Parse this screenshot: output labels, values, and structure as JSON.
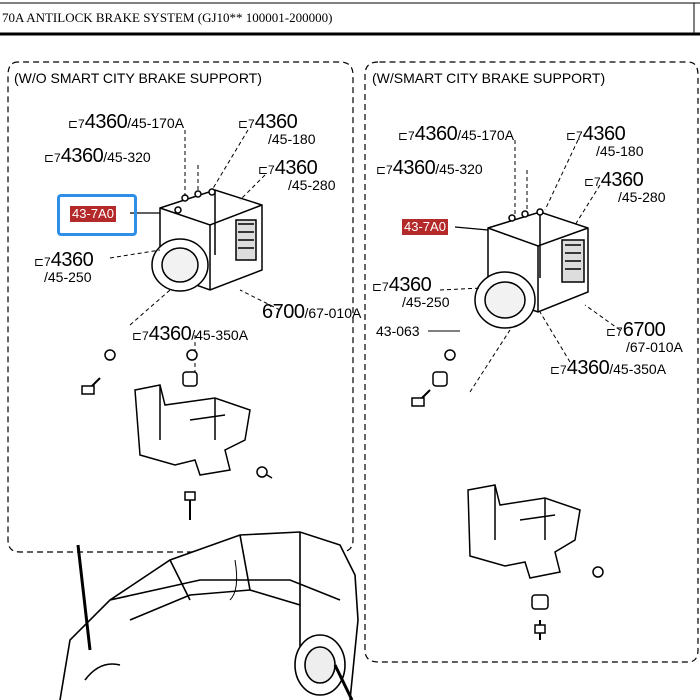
{
  "header": {
    "title": "70A  ANTILOCK BRAKE SYSTEM (GJ10** 100001-200000)"
  },
  "left_panel": {
    "title": "(W/O SMART CITY BRAKE SUPPORT)",
    "highlight_code": "43-7A0",
    "labels": [
      {
        "code": "4360",
        "ref": "/45-170A"
      },
      {
        "code": "4360",
        "ref": "/45-180"
      },
      {
        "code": "4360",
        "ref": "/45-320"
      },
      {
        "code": "4360",
        "ref": "/45-280"
      },
      {
        "code": "4360",
        "ref": "/45-250"
      },
      {
        "code": "6700",
        "ref": "/67-010A"
      },
      {
        "code": "4360",
        "ref": "/45-350A"
      }
    ]
  },
  "right_panel": {
    "title": "(W/SMART CITY BRAKE SUPPORT)",
    "highlight_code": "43-7A0",
    "part_063": "43-063",
    "labels": [
      {
        "code": "4360",
        "ref": "/45-170A"
      },
      {
        "code": "4360",
        "ref": "/45-180"
      },
      {
        "code": "4360",
        "ref": "/45-320"
      },
      {
        "code": "4360",
        "ref": "/45-280"
      },
      {
        "code": "4360",
        "ref": "/45-250"
      },
      {
        "code": "6700",
        "ref": "/67-010A"
      },
      {
        "code": "4360",
        "ref": "/45-350A"
      }
    ]
  }
}
